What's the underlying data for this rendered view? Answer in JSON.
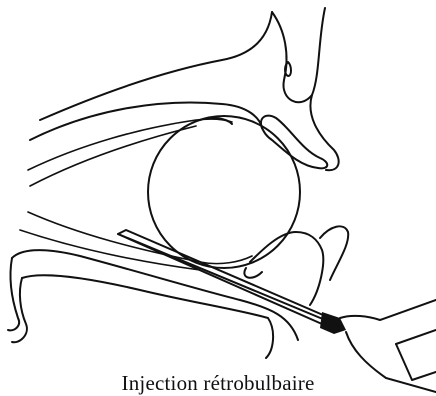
{
  "caption": "Injection rétrobulbaire",
  "colors": {
    "ink": "#111111",
    "background": "#ffffff"
  },
  "icons": {
    "eyeball": "circle-outline",
    "needle": "syringe-needle"
  }
}
